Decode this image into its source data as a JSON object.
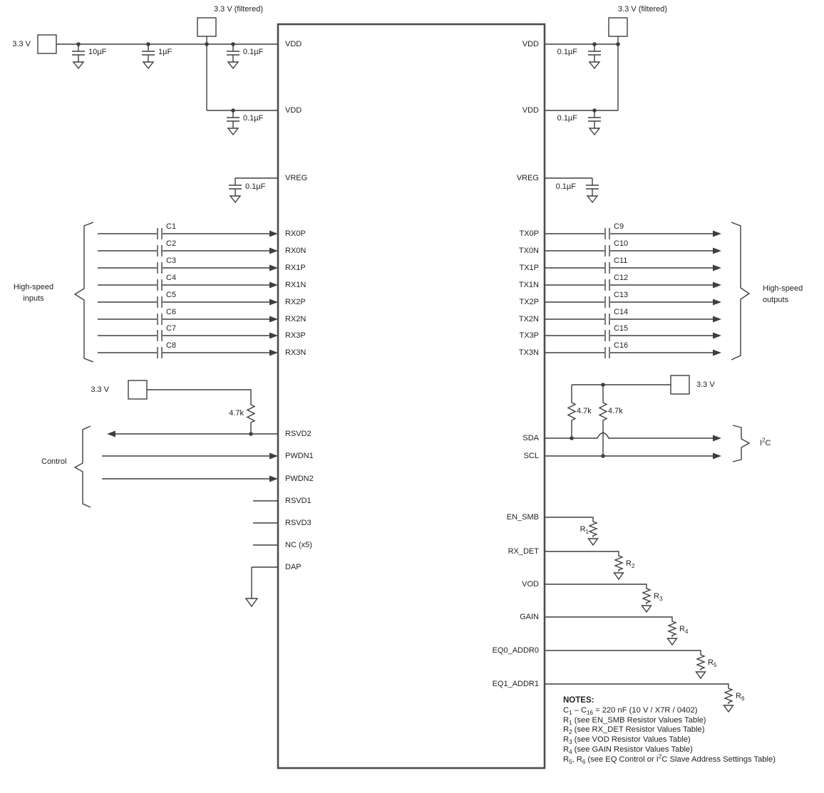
{
  "power": {
    "v33": "3.3 V",
    "v33_filtered": "3.3 V (filtered)",
    "cap_bulk_large": "10µF",
    "cap_bulk_small": "1µF",
    "cap_decoupling": "0.1µF",
    "res_pullup": "4.7k"
  },
  "ic": {
    "left_pins": [
      "VDD",
      "VDD",
      "VREG",
      "RX0P",
      "RX0N",
      "RX1P",
      "RX1N",
      "RX2P",
      "RX2N",
      "RX3P",
      "RX3N",
      "RSVD2",
      "PWDN1",
      "PWDN2",
      "RSVD1",
      "RSVD3",
      "NC (x5)",
      "DAP"
    ],
    "right_pins": [
      "VDD",
      "VDD",
      "VREG",
      "TX0P",
      "TX0N",
      "TX1P",
      "TX1N",
      "TX2P",
      "TX2N",
      "TX3P",
      "TX3N",
      "SDA",
      "SCL",
      "EN_SMB",
      "RX_DET",
      "VOD",
      "GAIN",
      "EQ0_ADDR0",
      "EQ1_ADDR1"
    ]
  },
  "coupling_caps": {
    "left": [
      "C1",
      "C2",
      "C3",
      "C4",
      "C5",
      "C6",
      "C7",
      "C8"
    ],
    "right": [
      "C9",
      "C10",
      "C11",
      "C12",
      "C13",
      "C14",
      "C15",
      "C16"
    ]
  },
  "groups": {
    "inputs_line1": "High-speed",
    "inputs_line2": "inputs",
    "outputs_line1": "High-speed",
    "outputs_line2": "outputs",
    "control": "Control",
    "i2c": [
      {
        "v": "I"
      },
      {
        "s": "sup",
        "v": "2"
      },
      {
        "v": "C"
      }
    ]
  },
  "resistor_labels": [
    [
      {
        "v": "R"
      },
      {
        "s": "sub",
        "v": "1"
      }
    ],
    [
      {
        "v": "R"
      },
      {
        "s": "sub",
        "v": "2"
      }
    ],
    [
      {
        "v": "R"
      },
      {
        "s": "sub",
        "v": "3"
      }
    ],
    [
      {
        "v": "R"
      },
      {
        "s": "sub",
        "v": "4"
      }
    ],
    [
      {
        "v": "R"
      },
      {
        "s": "sub",
        "v": "5"
      }
    ],
    [
      {
        "v": "R"
      },
      {
        "s": "sub",
        "v": "6"
      }
    ]
  ],
  "notes": {
    "heading": "NOTES:",
    "lines": [
      [
        {
          "v": "C"
        },
        {
          "s": "sub",
          "v": "1"
        },
        {
          "v": " – C"
        },
        {
          "s": "sub",
          "v": "16"
        },
        {
          "v": " = 220 nF (10 V / X7R / 0402)"
        }
      ],
      [
        {
          "v": "R"
        },
        {
          "s": "sub",
          "v": "1"
        },
        {
          "v": " (see EN_SMB Resistor Values Table)"
        }
      ],
      [
        {
          "v": "R"
        },
        {
          "s": "sub",
          "v": "2"
        },
        {
          "v": " (see RX_DET Resistor Values Table)"
        }
      ],
      [
        {
          "v": "R"
        },
        {
          "s": "sub",
          "v": "3"
        },
        {
          "v": " (see VOD Resistor Values Table)"
        }
      ],
      [
        {
          "v": "R"
        },
        {
          "s": "sub",
          "v": "4"
        },
        {
          "v": " (see GAIN Resistor Values Table)"
        }
      ],
      [
        {
          "v": "R"
        },
        {
          "s": "sub",
          "v": "5"
        },
        {
          "v": ", R"
        },
        {
          "s": "sub",
          "v": "6"
        },
        {
          "v": " (see EQ Control or I"
        },
        {
          "s": "sup",
          "v": "2"
        },
        {
          "v": "C Slave Address Settings Table)"
        }
      ]
    ]
  }
}
